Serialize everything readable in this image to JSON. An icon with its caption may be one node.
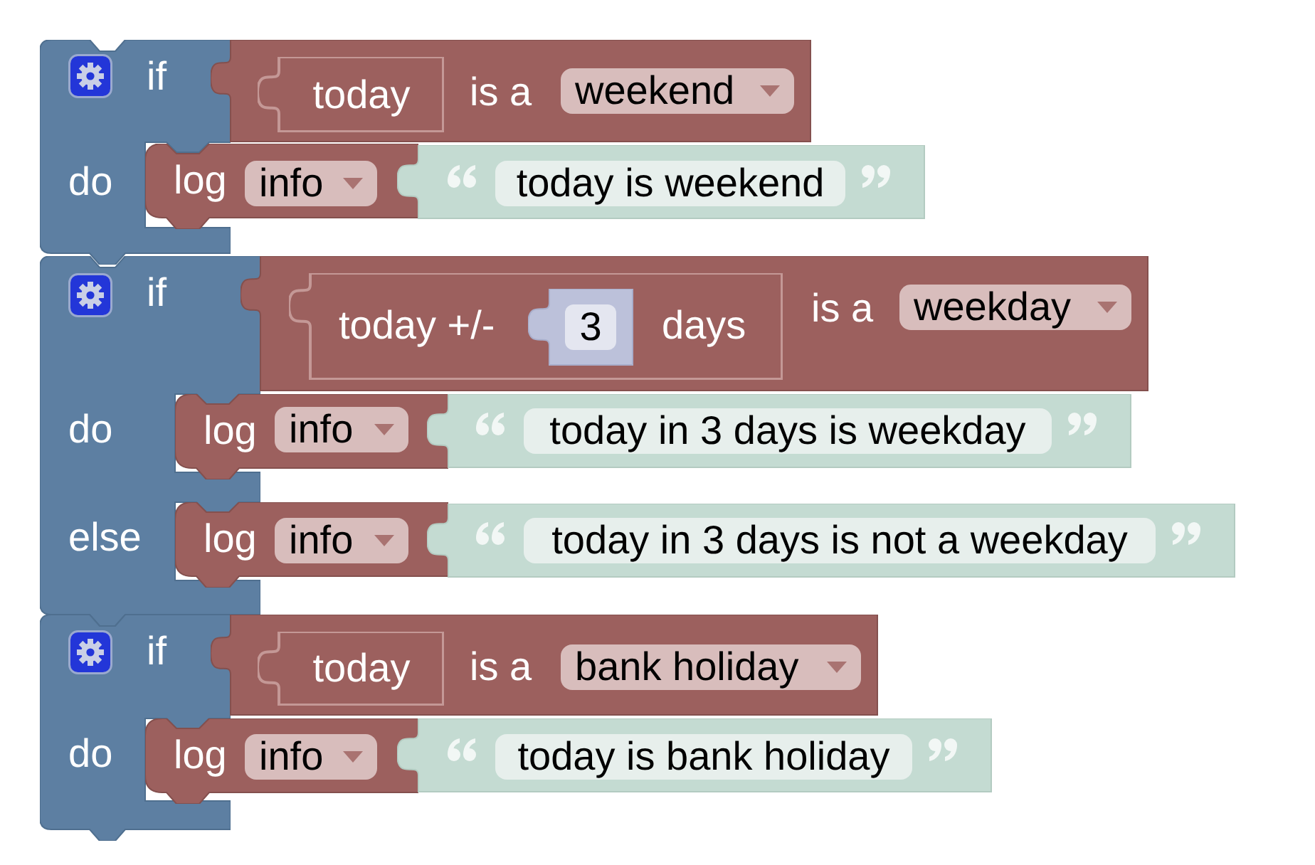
{
  "diagram": {
    "nodes": [
      {
        "text": [
          "if",
          "do"
        ]
      },
      {
        "text": [
          "is a"
        ]
      },
      {
        "text": [
          "today"
        ],
        "in": 1
      },
      {
        "text": [
          "weekend"
        ],
        "in": 1
      },
      {
        "text": [
          "log"
        ]
      },
      {
        "text": [
          "info"
        ],
        "in": 4
      },
      {
        "text": [
          "today is weekend"
        ]
      },
      {
        "text": [
          "if",
          "do",
          "else"
        ]
      },
      {
        "text": [
          "is a"
        ]
      },
      {
        "text": [
          "today +/-",
          "days"
        ],
        "in": 8
      },
      {
        "text": [
          "3"
        ],
        "in": 9
      },
      {
        "text": [
          "weekday"
        ],
        "in": 8
      },
      {
        "text": [
          "log"
        ]
      },
      {
        "text": [
          "info"
        ],
        "in": 12
      },
      {
        "text": [
          "today in 3 days is weekday"
        ]
      },
      {
        "text": [
          "log"
        ]
      },
      {
        "text": [
          "info"
        ],
        "in": 15
      },
      {
        "text": [
          "today in 3 days is not a weekday"
        ]
      },
      {
        "text": [
          "if",
          "do"
        ]
      },
      {
        "text": [
          "is a"
        ]
      },
      {
        "text": [
          "today"
        ],
        "in": 19
      },
      {
        "text": [
          "bank holiday"
        ],
        "in": 19
      },
      {
        "text": [
          "log"
        ]
      },
      {
        "text": [
          "info"
        ],
        "in": 22
      },
      {
        "text": [
          "today is bank holiday"
        ]
      }
    ]
  }
}
